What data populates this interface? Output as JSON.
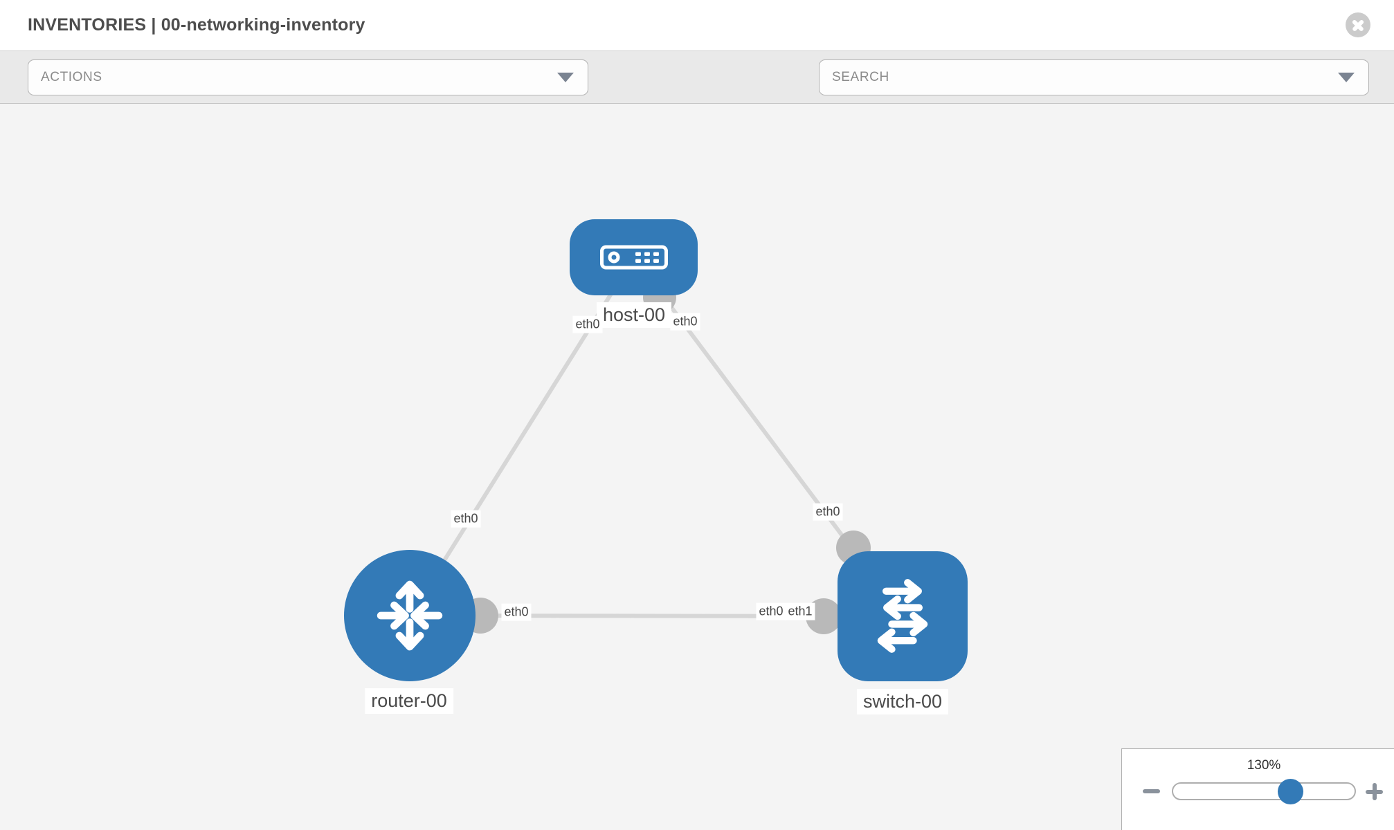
{
  "window": {
    "title": "INVENTORIES | 00-networking-inventory",
    "section": "INVENTORIES",
    "inventory_name": "00-networking-inventory"
  },
  "toolbar": {
    "actions_label": "ACTIONS",
    "search_label": "SEARCH",
    "icons": [
      "wrench-icon",
      "key-icon"
    ]
  },
  "topology": {
    "nodes": [
      {
        "label": "host-00",
        "type": "host"
      },
      {
        "label": "router-00",
        "type": "router"
      },
      {
        "label": "switch-00",
        "type": "switch"
      }
    ],
    "links": [
      {
        "from": "router-00",
        "from_interface": "eth0",
        "to": "host-00",
        "to_interface": "eth0"
      },
      {
        "from": "switch-00",
        "from_interface": "eth0",
        "to": "host-00",
        "to_interface": "eth0"
      },
      {
        "from": "router-00",
        "from_interface": "eth0",
        "to": "switch-00",
        "to_interface": "eth1"
      }
    ],
    "interface_labels": [
      {
        "link": "router-00/host-00",
        "end": "host-00",
        "text": "eth0"
      },
      {
        "link": "router-00/host-00",
        "end": "router-00",
        "text": "eth0"
      },
      {
        "link": "switch-00/host-00",
        "end": "host-00",
        "text": "eth0"
      },
      {
        "link": "switch-00/host-00",
        "end": "switch-00",
        "text": "eth0"
      },
      {
        "link": "router-00/switch-00",
        "end": "router-00",
        "text": "eth0"
      },
      {
        "link": "router-00/switch-00",
        "end": "switch-00",
        "text": "eth0"
      },
      {
        "link": "router-00/switch-00",
        "end": "switch-00",
        "text": "eth1"
      }
    ]
  },
  "zoom_control": {
    "level": "130%"
  },
  "colors": {
    "node_blue": "#337ab7",
    "canvas_bg": "#f4f4f4",
    "toolbar_bg": "#e9e9e9",
    "link_gray": "#d6d6d6",
    "endpoint_gray": "#b9b9b9",
    "icon_gray": "#808a93",
    "title_gray": "#4d4d4d"
  }
}
